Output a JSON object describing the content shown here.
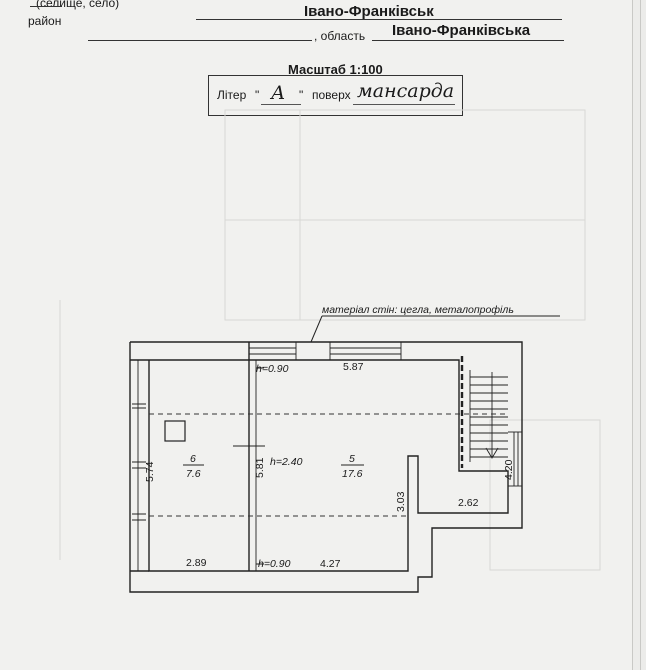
{
  "header": {
    "settlement_label": "(селище, село)",
    "city_value": "Івано-Франківськ",
    "district_label": "район",
    "oblast_label": ", область",
    "oblast_value": "Івано-Франківська"
  },
  "scale": {
    "title": "Масштаб 1:100",
    "litera_label": "Літер",
    "litera_value": "А",
    "floor_label": "поверх",
    "floor_value": "мансарда"
  },
  "plan": {
    "wall_material": "матеріал стін: цегла, металопрофіль",
    "rooms": [
      {
        "number": "6",
        "area": "7.6"
      },
      {
        "number": "5",
        "area": "17.6"
      }
    ],
    "heights": {
      "top": "h=0.90",
      "middle": "h=2.40",
      "bottom": "h=0.90"
    },
    "dims": {
      "top_right": "5.87",
      "left_vertical": "5.74",
      "middle_vertical": "5.81",
      "step_vertical": "3.03",
      "step_horizontal": "2.62",
      "right_vertical": "4.20",
      "bottom_left": "2.89",
      "bottom_right": "4.27"
    }
  }
}
